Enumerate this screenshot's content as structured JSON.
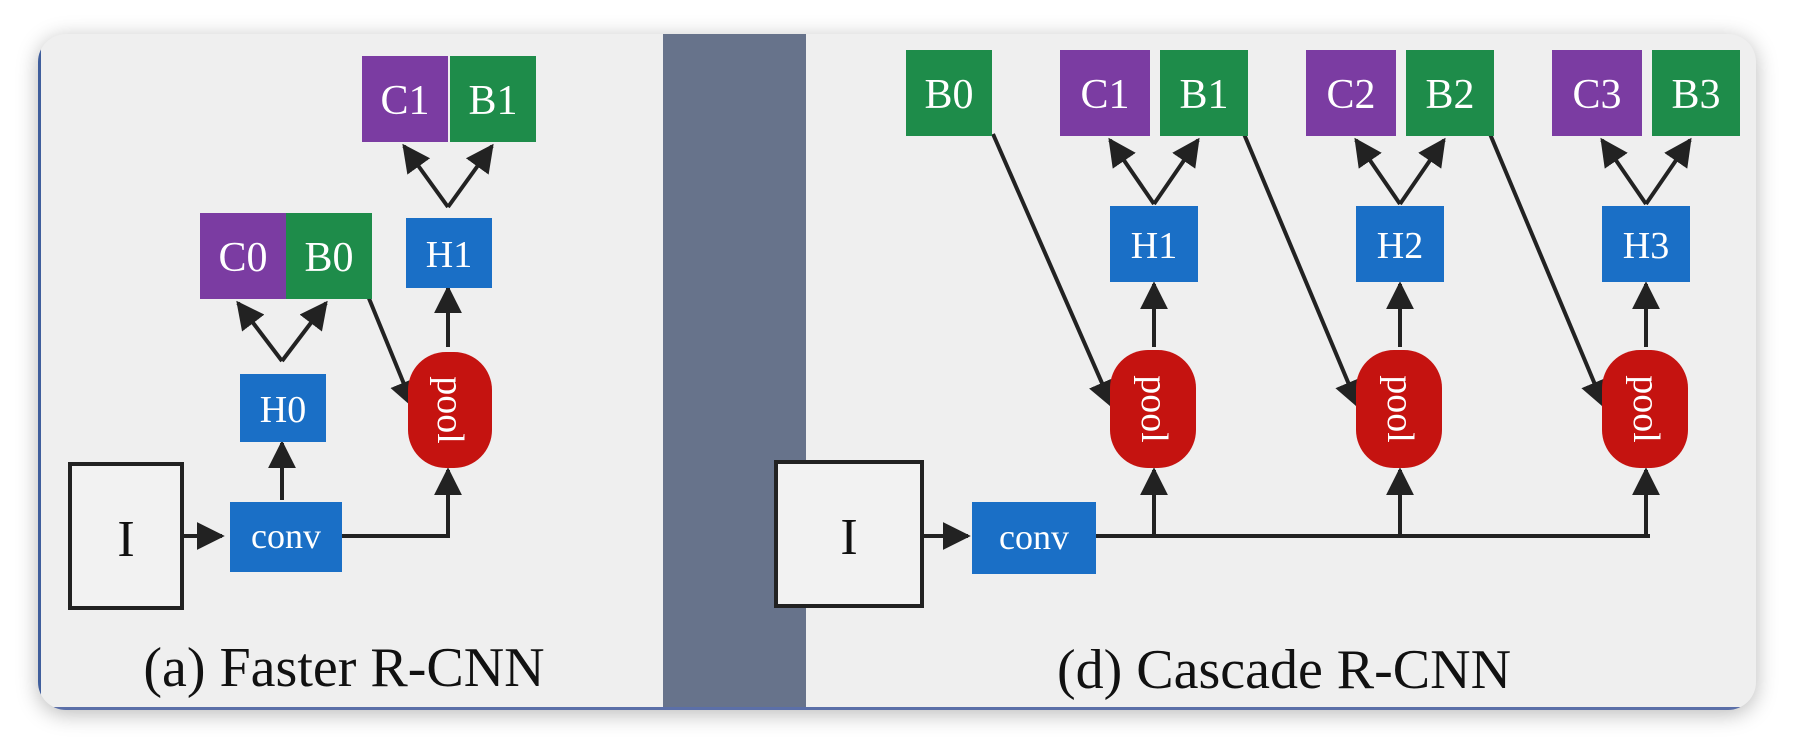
{
  "colors": {
    "background": "#efefef",
    "divider": "#67738b",
    "class_node": "#7b3ca2",
    "box_node": "#1e8c4a",
    "head_node": "#1a6fc6",
    "pool_node": "#c51310",
    "edge": "#222222"
  },
  "left_panel": {
    "caption": "(a) Faster R-CNN",
    "input": "I",
    "conv": "conv",
    "h0": "H0",
    "c0": "C0",
    "b0": "B0",
    "pool": "pool",
    "h1": "H1",
    "c1": "C1",
    "b1": "B1"
  },
  "right_panel": {
    "caption": "(d) Cascade R-CNN",
    "input": "I",
    "conv": "conv",
    "b0": "B0",
    "stages": [
      {
        "pool": "pool",
        "head": "H1",
        "cls": "C1",
        "box": "B1"
      },
      {
        "pool": "pool",
        "head": "H2",
        "cls": "C2",
        "box": "B2"
      },
      {
        "pool": "pool",
        "head": "H3",
        "cls": "C3",
        "box": "B3"
      }
    ]
  }
}
